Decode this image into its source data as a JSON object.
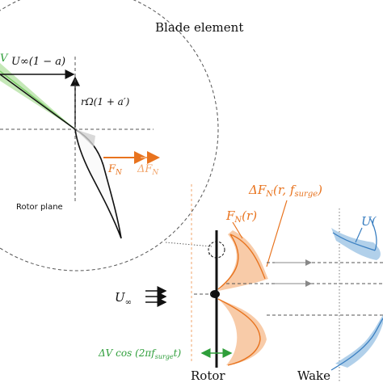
{
  "labels": {
    "blade_element": "Blade element",
    "u_axial": "U∞(1 − a)",
    "u_tangential": "rΩ(1 + a′)",
    "rotor_plane": "Rotor plane",
    "fn_inset": "F",
    "fn_inset_sub": "N",
    "dfn_inset": "ΔF",
    "dfn_inset_sub": "N",
    "dfn_main": "ΔF",
    "dfn_main_sub": "N",
    "dfn_main_args": "(r, f",
    "dfn_main_args_sub": "surge",
    "dfn_main_close": ")",
    "fn_main": "F",
    "fn_main_sub": "N",
    "fn_main_args": "(r)",
    "u_wake": "U(",
    "u_inf": "U",
    "u_inf_sub": "∞",
    "surge_term": "ΔV cos (2πf",
    "surge_term_sub": "surge",
    "surge_term_end": "t)",
    "rotor": "Rotor",
    "wake": "Wake",
    "v_partial": "V"
  },
  "colors": {
    "force_orange": "#e8731e",
    "force_band": "#f7c59f",
    "wake_blue": "#3a7fc1",
    "wake_band": "#a9cbe8",
    "surge_green": "#2e9e3a",
    "velocity_green": "#7fce6a",
    "ink": "#111111",
    "dashed": "#555555"
  }
}
